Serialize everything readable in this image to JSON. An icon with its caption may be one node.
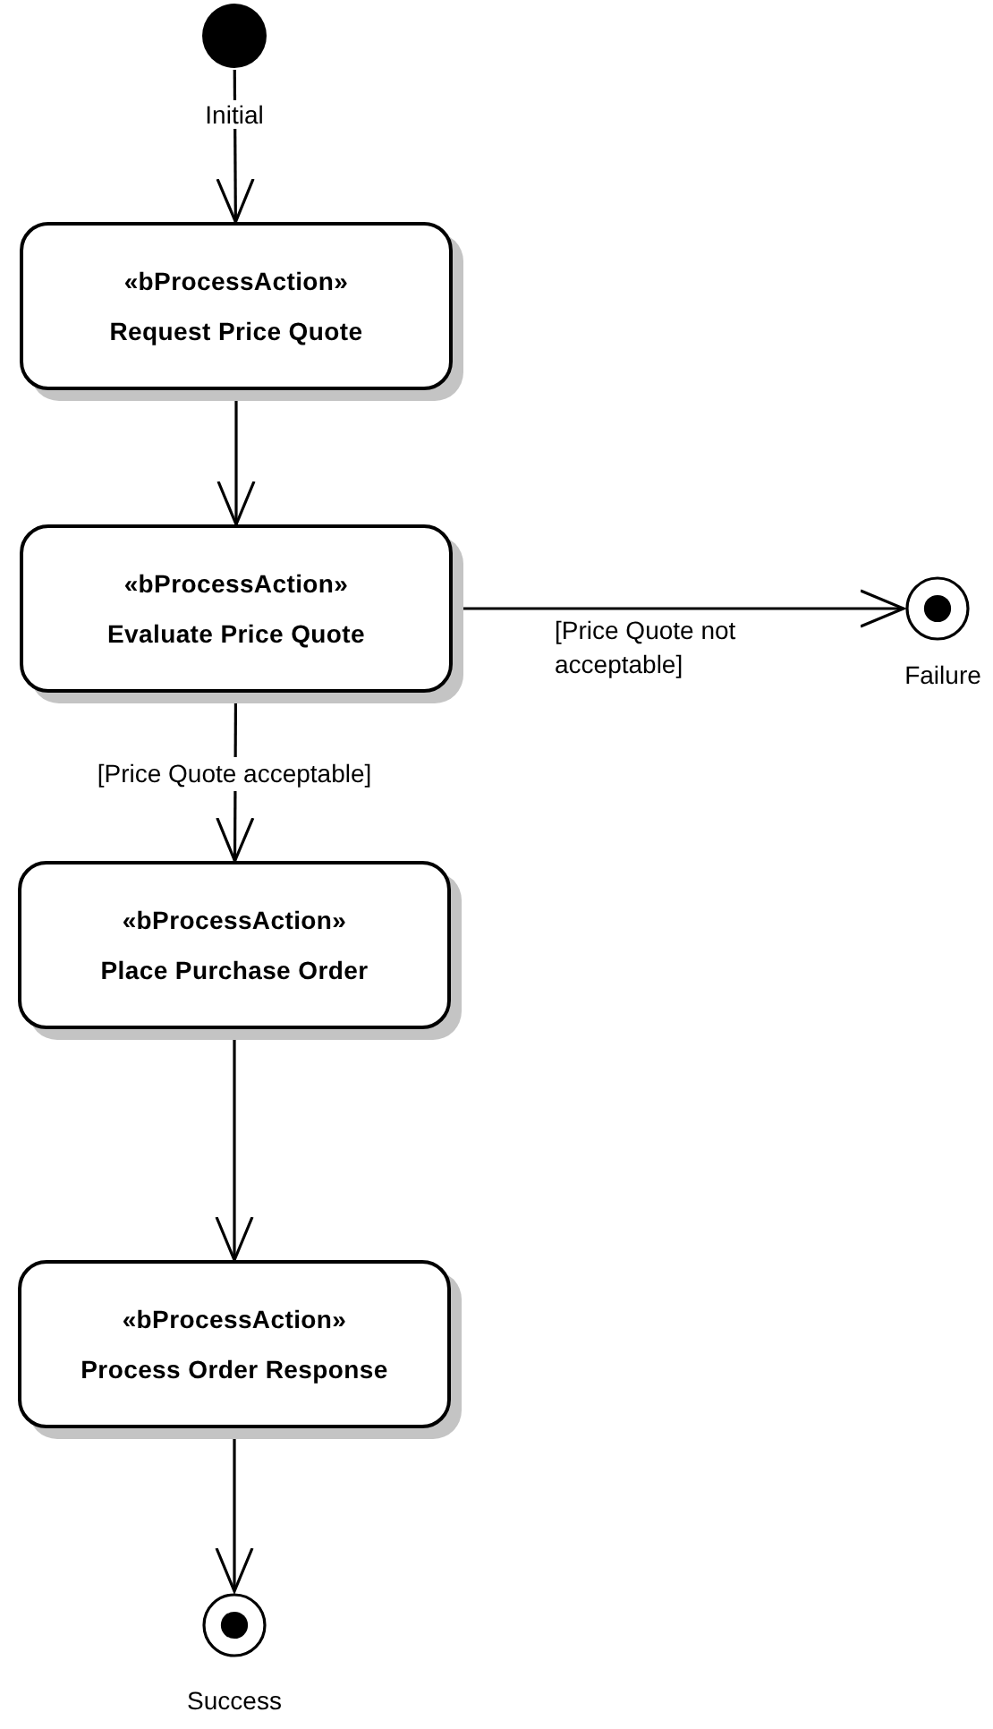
{
  "diagram": {
    "nodes": [
      {
        "text": [],
        "shape": "circle",
        "beside": [
          "Initial"
        ]
      },
      {
        "text": [
          "«bProcessAction»",
          "Request Price Quote"
        ]
      },
      {
        "text": [
          "«bProcessAction»",
          "Evaluate Price Quote"
        ]
      },
      {
        "text": [],
        "shape": "bullseye",
        "beside": [
          "Failure"
        ]
      },
      {
        "text": [
          "«bProcessAction»",
          "Place Purchase Order"
        ]
      },
      {
        "text": [
          "«bProcessAction»",
          "Process Order Response"
        ]
      },
      {
        "text": [],
        "shape": "bullseye",
        "beside": [
          "Success"
        ]
      }
    ],
    "edges": [
      {
        "from": 0,
        "to": 1,
        "arrow": "to"
      },
      {
        "from": 1,
        "to": 2,
        "arrow": "to"
      },
      {
        "from": 2,
        "to": 3,
        "arrow": "to",
        "label": "[Price Quote not acceptable]"
      },
      {
        "from": 2,
        "to": 4,
        "arrow": "to",
        "label": "[Price Quote acceptable]"
      },
      {
        "from": 4,
        "to": 5,
        "arrow": "to"
      },
      {
        "from": 5,
        "to": 6,
        "arrow": "to"
      }
    ]
  }
}
